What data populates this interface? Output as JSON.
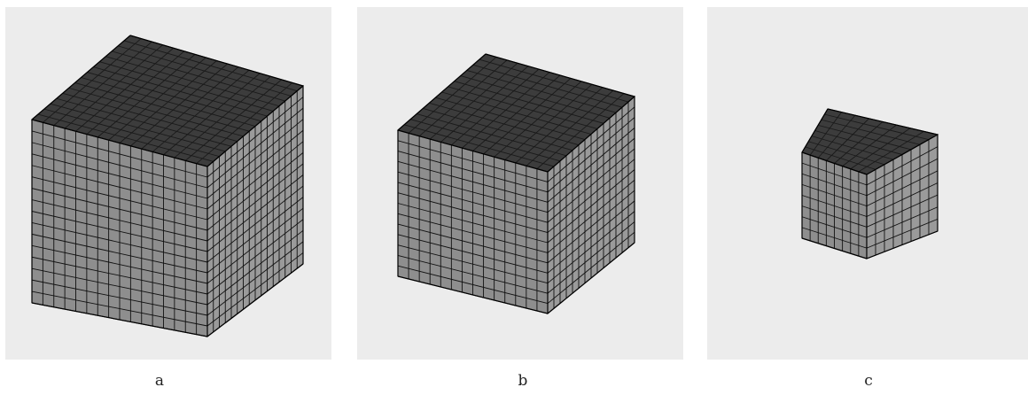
{
  "panels": [
    {
      "id": "a",
      "label": "a",
      "grid_divisions": 16
    },
    {
      "id": "b",
      "label": "b",
      "grid_divisions": 14
    },
    {
      "id": "c",
      "label": "c",
      "grid_divisions": 8
    }
  ],
  "colors": {
    "background": "#ececec",
    "top_face": "#3c3c3c",
    "left_face": "#8e8e8e",
    "right_face": "#9a9a9a",
    "grid_line": "#111111",
    "top_grid_line": "#1a1a1a"
  }
}
